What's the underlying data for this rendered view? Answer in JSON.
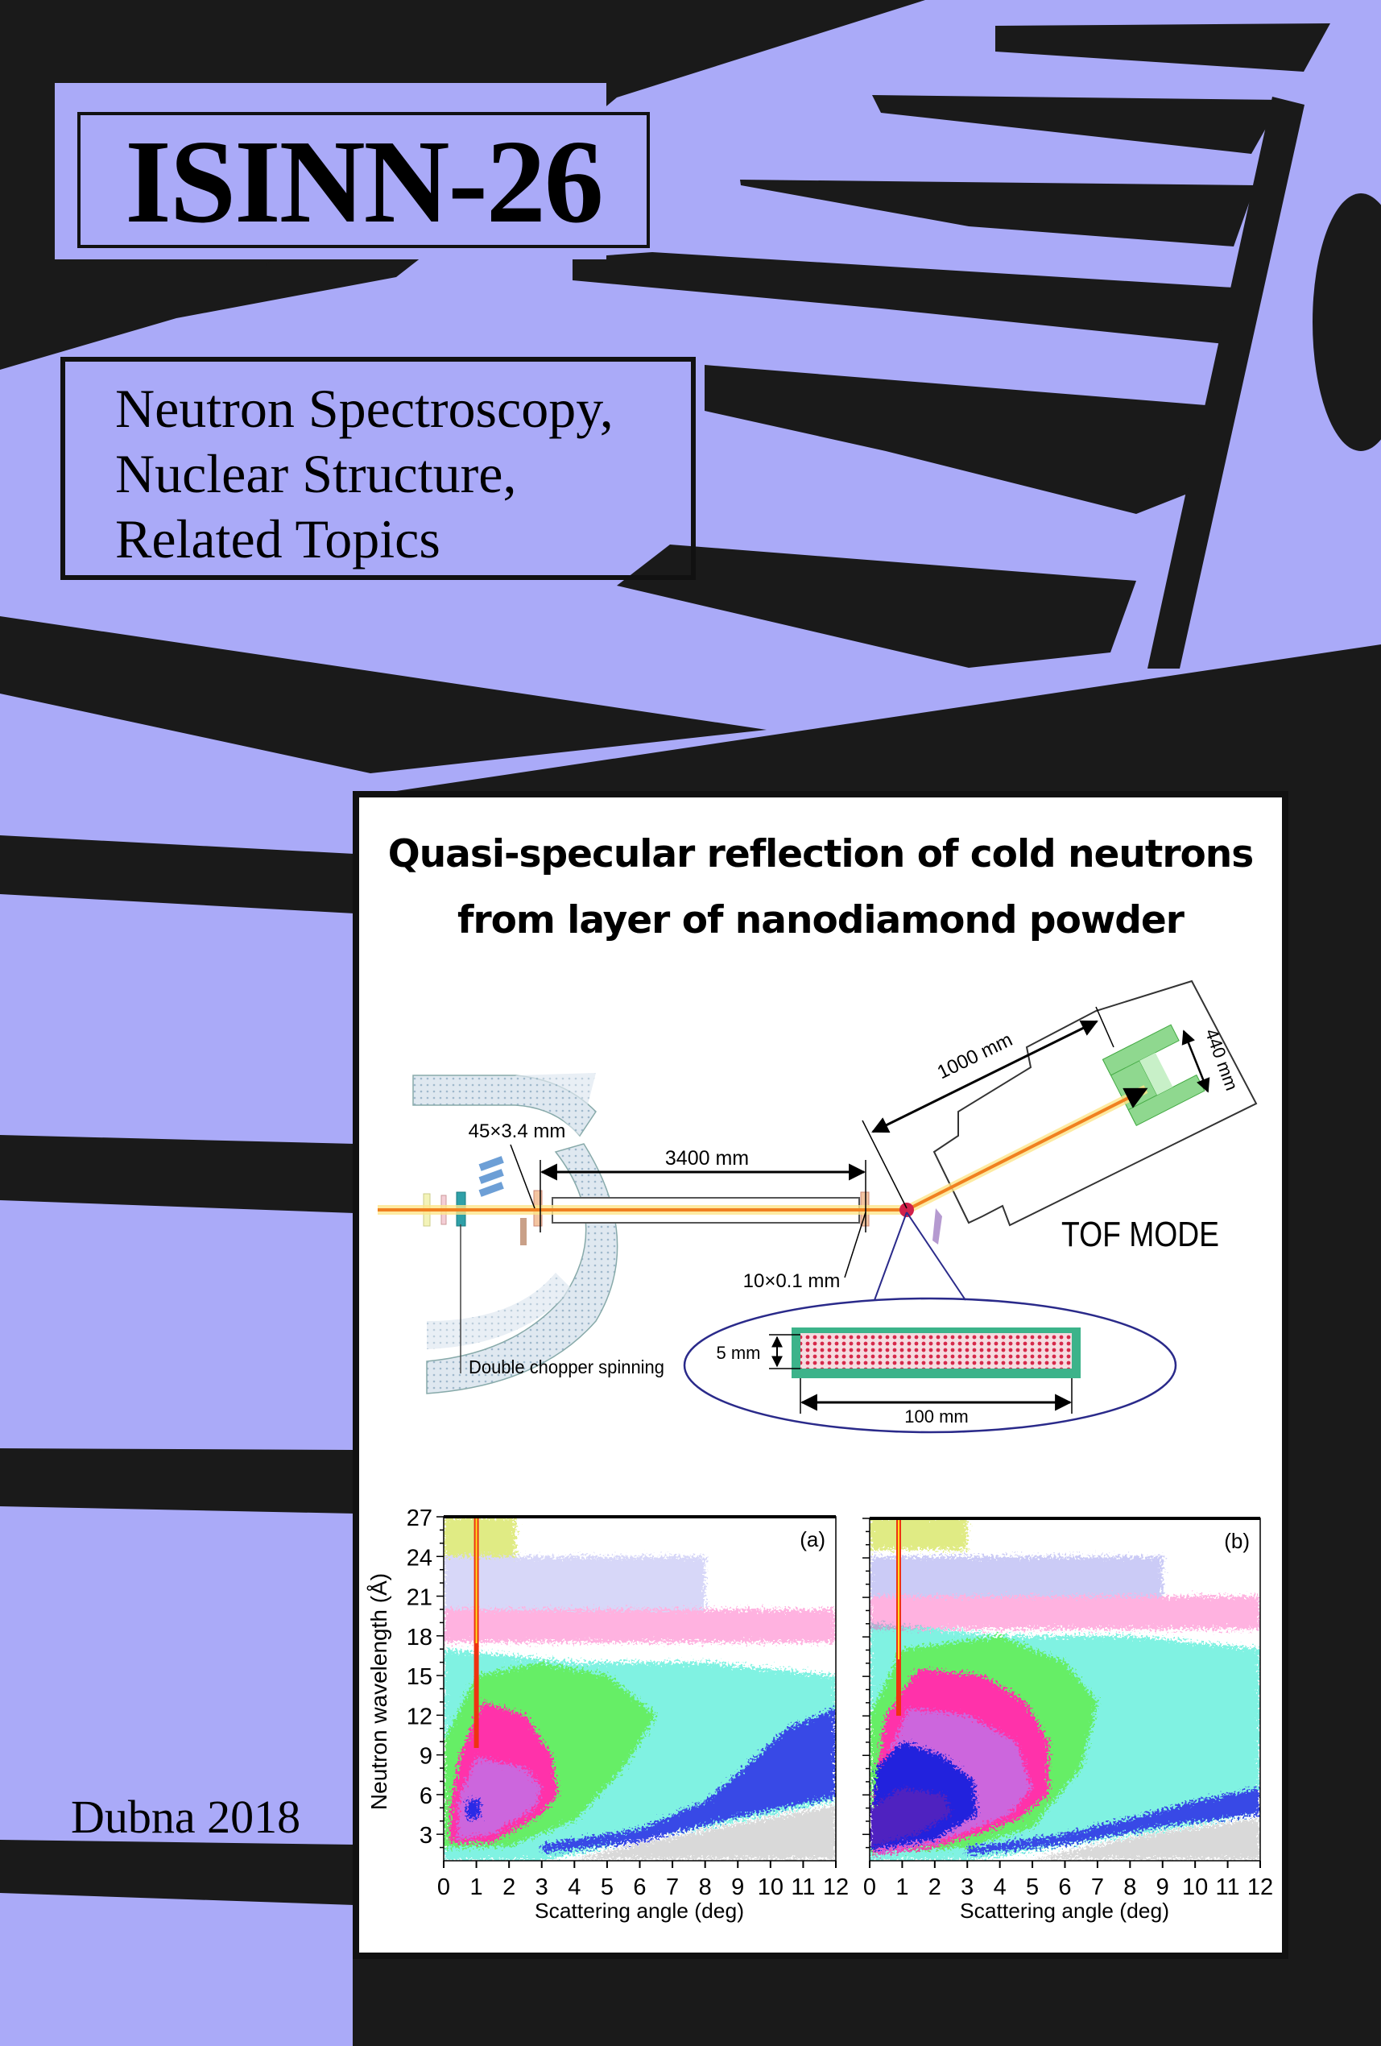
{
  "cover": {
    "series_title": "ISINN-26",
    "subtitle_lines": [
      "Neutron Spectroscopy,",
      "Nuclear Structure,",
      "Related Topics"
    ],
    "place_year": "Dubna 2018"
  },
  "colors": {
    "background": "#aaaaf8",
    "ink": "#1a1a1a",
    "beam": "#f08020"
  },
  "figure": {
    "title_lines": [
      "Quasi-specular reflection of cold neutrons",
      "from layer of nanodiamond powder"
    ],
    "diagram": {
      "slit1": "45×3.4 mm",
      "flight_path": "3400 mm",
      "slit2": "10×0.1 mm",
      "detector_distance": "1000 mm",
      "detector_size": "440 mm",
      "mode": "TOF MODE",
      "chopper": "Double chopper spinning",
      "sample_thickness": "5 mm",
      "sample_length": "100 mm"
    }
  },
  "chart_data": [
    {
      "type": "heatmap",
      "panel_label": "(a)",
      "xlabel": "Scattering angle (deg)",
      "ylabel": "Neutron wavelength (Å)",
      "xlim": [
        0,
        12
      ],
      "ylim": [
        1,
        27
      ],
      "xticks": [
        "0",
        "1",
        "2",
        "3",
        "4",
        "5",
        "6",
        "7",
        "8",
        "9",
        "10",
        "11",
        "12"
      ],
      "yticks": [
        "3",
        "6",
        "9",
        "12",
        "15",
        "18",
        "21",
        "24",
        "27"
      ],
      "specular_line_angle": 1.0,
      "intensity_max_region": {
        "angle": [
          0.5,
          3.5
        ],
        "wavelength": [
          2.5,
          9
        ]
      }
    },
    {
      "type": "heatmap",
      "panel_label": "(b)",
      "xlabel": "Scattering angle (deg)",
      "ylabel": "",
      "xlim": [
        0,
        12
      ],
      "ylim": [
        1,
        27
      ],
      "xticks": [
        "0",
        "1",
        "2",
        "3",
        "4",
        "5",
        "6",
        "7",
        "8",
        "9",
        "10",
        "11",
        "12"
      ],
      "yticks": [],
      "specular_line_angle": 0.9,
      "intensity_max_region": {
        "angle": [
          0.2,
          5.5
        ],
        "wavelength": [
          1.5,
          12
        ]
      }
    }
  ]
}
